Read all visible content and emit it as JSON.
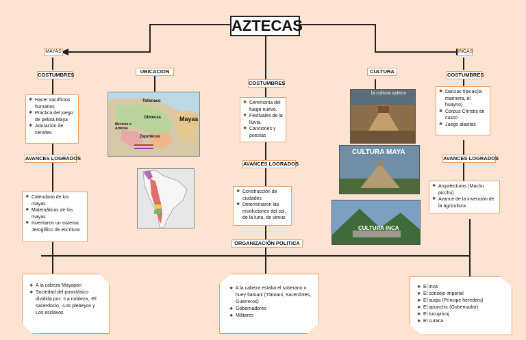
{
  "title": "AZTECAS",
  "mayas": {
    "label": "MAYAS",
    "costumbres_header": "COSTUMBRES",
    "costumbres": [
      "Hacer sacrificios humanos",
      "Practica del juego de pelota Maya",
      "Adoración de cenotes"
    ],
    "avances_header": "AVANCES LOGRADOS",
    "avances": [
      "Calendario de los mayas",
      "Matemáticas de los mayas",
      "Inventaron un sistema Jeroglífico de escritura"
    ],
    "organizacion": [
      "A la cabeza Mayapan",
      "Sociedad del postclásico dividida por: -La nobleza, -El sacerdocio, -Los plebeyos y Los esclavos"
    ]
  },
  "ubicacion": {
    "header": "UBICACION",
    "map_labels": [
      "Totonaco",
      "Olmecas",
      "Mayas",
      "Mexicas o Aztecas",
      "Zapotecas"
    ]
  },
  "aztecas": {
    "costumbres_header": "COSTUMBRES",
    "costumbres": [
      "Ceremonia del fuego nuevo.",
      "Festivales de la lluvia.",
      "Canciones y poesías"
    ],
    "avances_header": "AVANCES LOGRADOS",
    "avances": [
      "Construcción de ciudades",
      "Determinaron las revoluciones del sol, de la luna, de venus"
    ],
    "org_header": "ORGANIZACIÓN POLITICA",
    "organizacion": [
      "A la cabeza estaba el soberano o huey tlatoani (Tlatoani, Sacerdotes, Guerreros)",
      "Gobernadores",
      "Militares"
    ]
  },
  "cultura": {
    "header": "CULTURA",
    "images": [
      "la cultura azteca",
      "CULTURA  MAYA",
      "CULTURA INCA"
    ]
  },
  "incas": {
    "label": "INCAS",
    "costumbres_header": "COSTUMBRES",
    "costumbres": [
      "Danzas típicas(la marinera, el huayno)",
      "Corpus Christis en cusco",
      "Juego alasitas"
    ],
    "avances_header": "AVANCES LOGRADOS",
    "avances": [
      "Arquitecturas (Machu picchu)",
      "Avance de la invención de la agricultura"
    ],
    "organizacion": [
      "El inca",
      "El consejo imperial",
      "El auqui (Príncipe heredero)",
      "El apunchic (Gobernador)",
      "El tucuyricuj",
      "El curaca"
    ]
  }
}
